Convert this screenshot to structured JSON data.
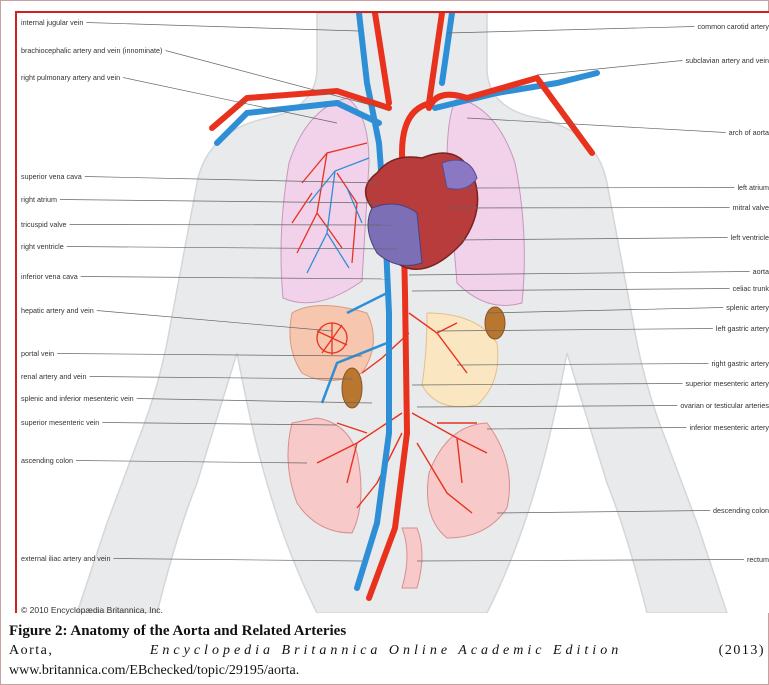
{
  "labels_left": [
    "internal jugular vein",
    "brachiocephalic artery and vein (innominate)",
    "right pulmonary artery and vein",
    "superior vena cava",
    "right atrium",
    "tricuspid valve",
    "right ventricle",
    "inferior vena cava",
    "hepatic artery and vein",
    "portal vein",
    "renal artery and vein",
    "splenic and inferior mesenteric vein",
    "superior mesenteric vein",
    "ascending colon",
    "external iliac artery and vein"
  ],
  "labels_right": [
    "common carotid artery",
    "subclavian artery and vein",
    "arch of aorta",
    "left atrium",
    "mitral valve",
    "left ventricle",
    "aorta",
    "celiac trunk",
    "splenic artery",
    "left gastric artery",
    "right gastric artery",
    "superior mesenteric artery",
    "ovarian or testicular arteries",
    "inferior mesenteric artery",
    "descending colon",
    "rectum"
  ],
  "copyright": "© 2010 Encyclopædia Britannica, Inc.",
  "caption": {
    "title": "Figure 2: Anatomy of the Aorta and Related Arteries",
    "citation_author": "Aorta,",
    "citation_source": "Encyclopedia Britannica Online Academic Edition",
    "citation_year": "(2013)",
    "citation_url": "www.britannica.com/EBchecked/topic/29195/aorta."
  },
  "colors": {
    "artery": "#e8321e",
    "vein": "#2f8fd6",
    "body": "#e7eaec",
    "lung": "#f0cde6",
    "heart": "#b83c3c",
    "frame_accent": "#cc2222"
  }
}
